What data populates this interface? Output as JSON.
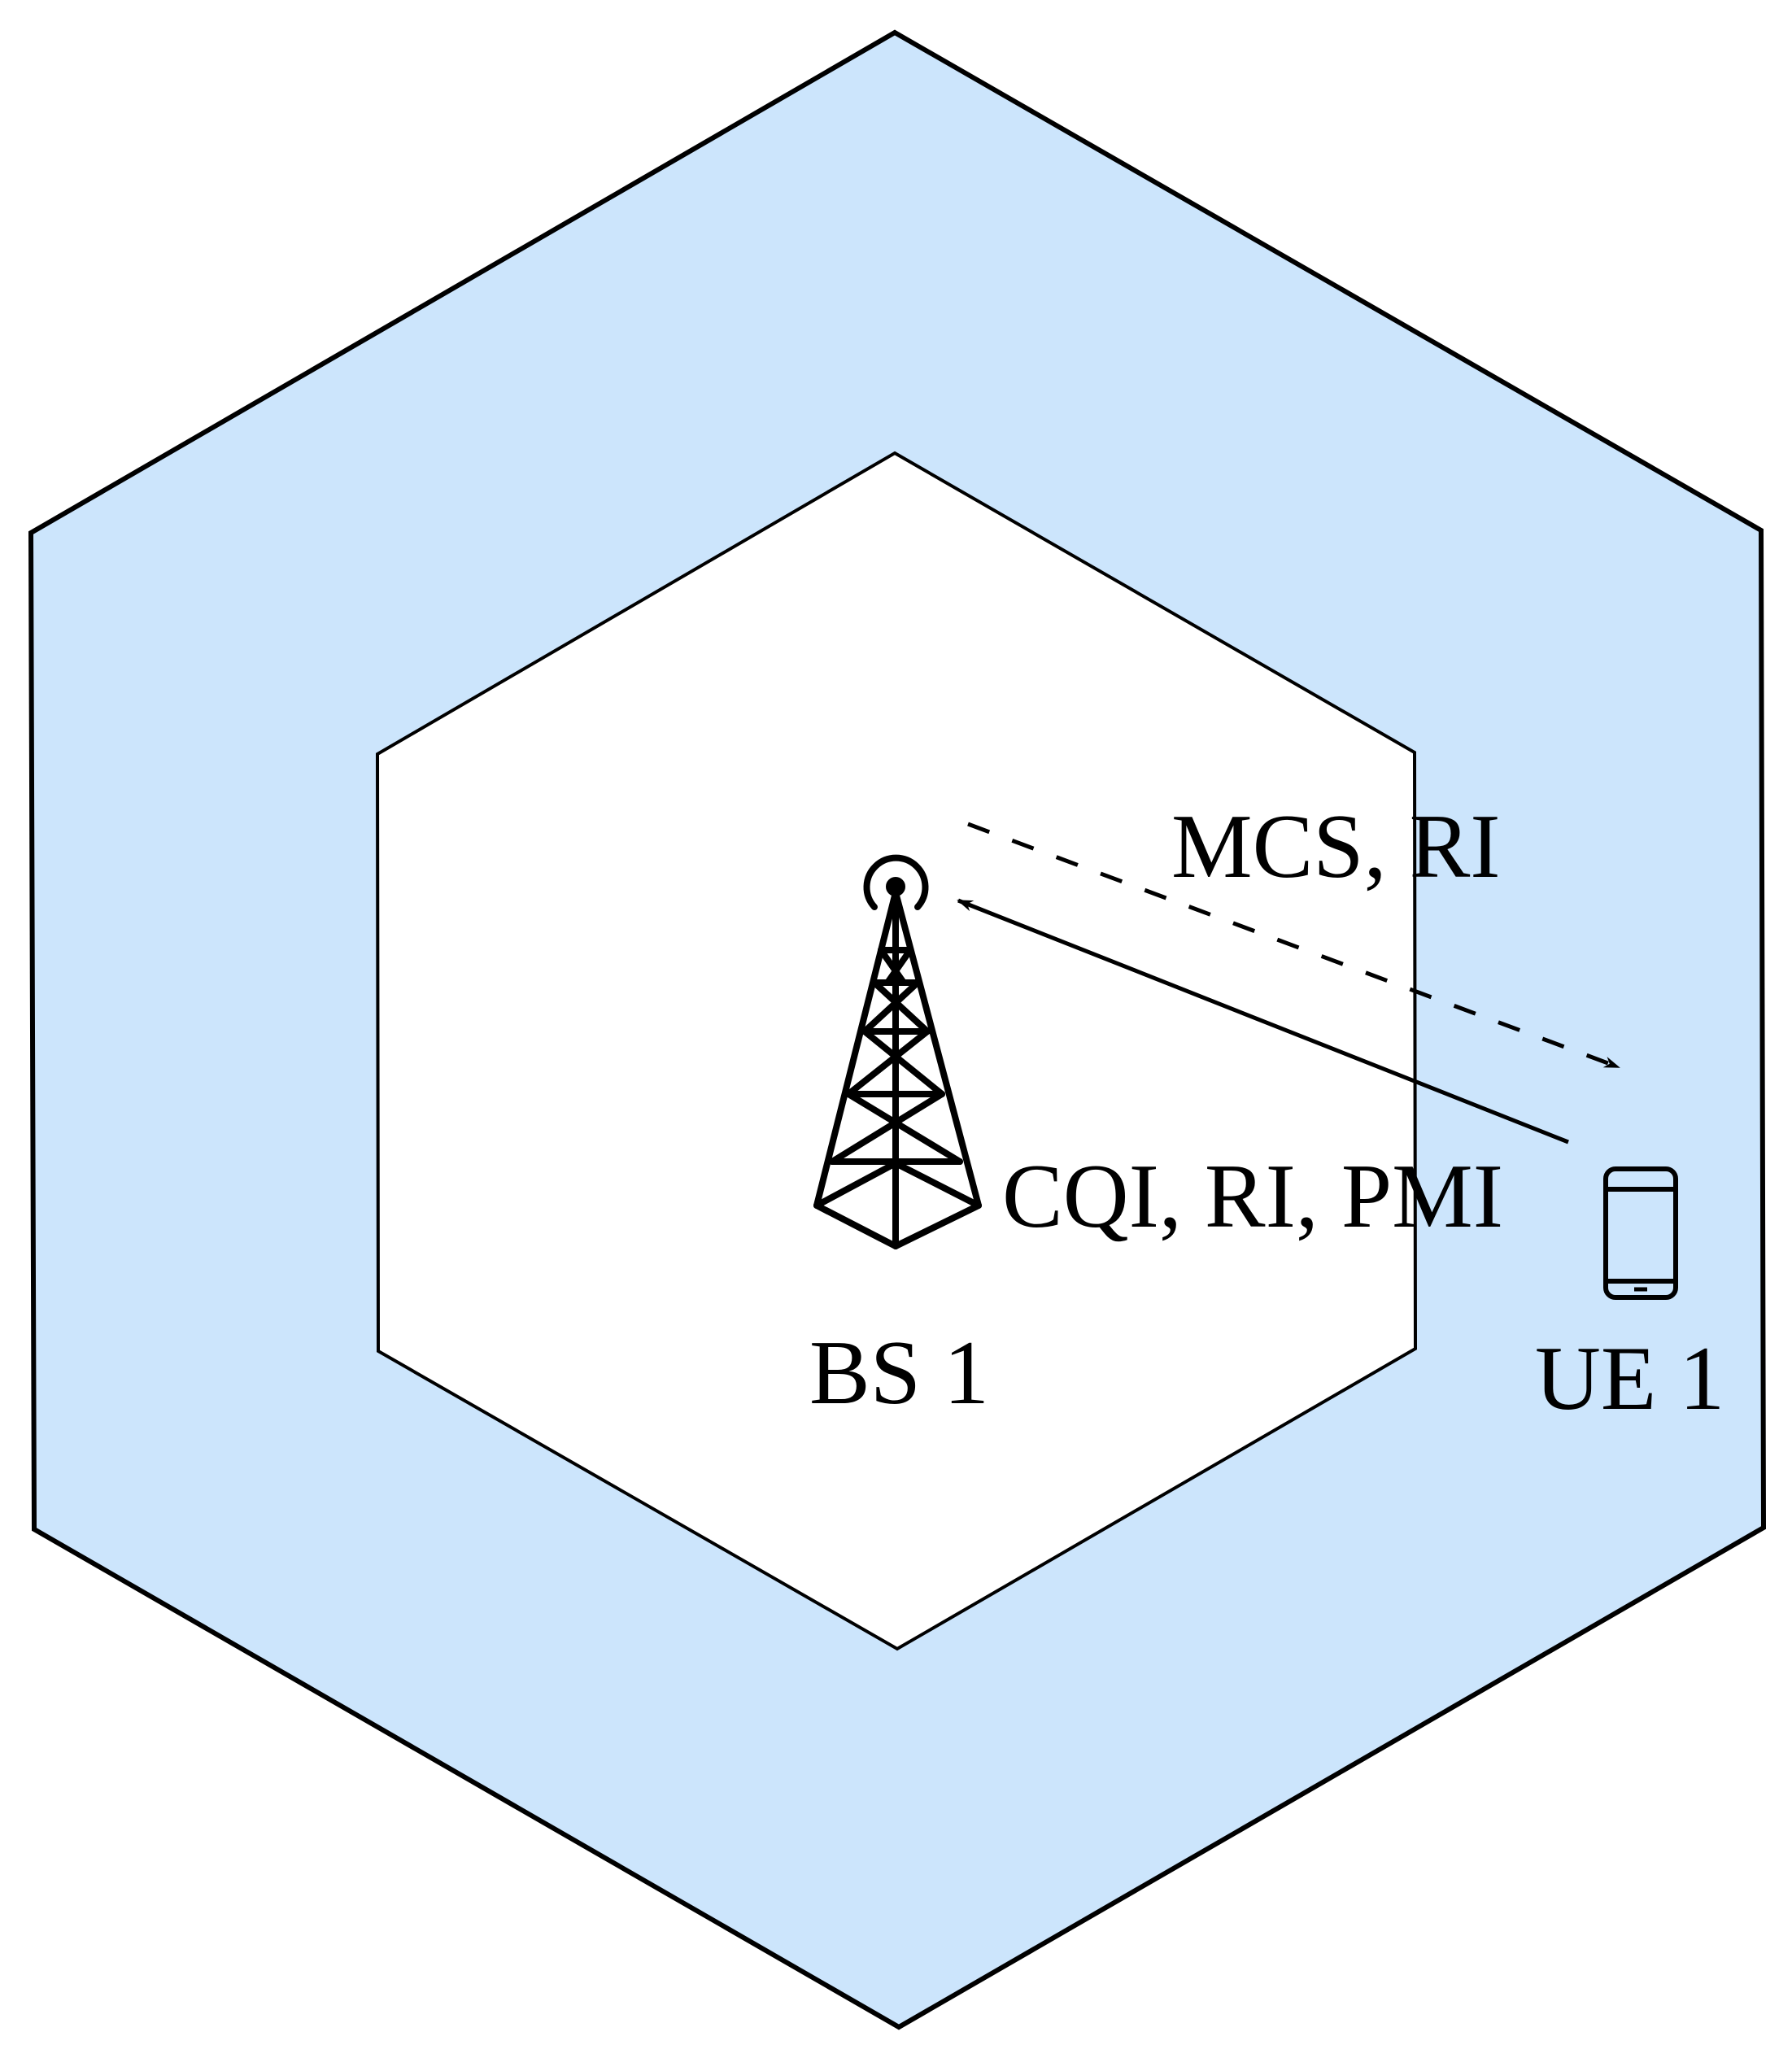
{
  "diagram": {
    "colors": {
      "outer_cell_fill": "#cce5fc",
      "inner_cell_fill": "#ffffff",
      "stroke": "#000000"
    },
    "base_station": {
      "label": "BS 1",
      "icon": "cell-tower-icon"
    },
    "user_equipment": {
      "label": "UE 1",
      "icon": "smartphone-icon"
    },
    "downlink": {
      "label": "MCS, RI",
      "style": "dashed"
    },
    "uplink": {
      "label": "CQI, RI, PMI",
      "style": "solid"
    }
  }
}
